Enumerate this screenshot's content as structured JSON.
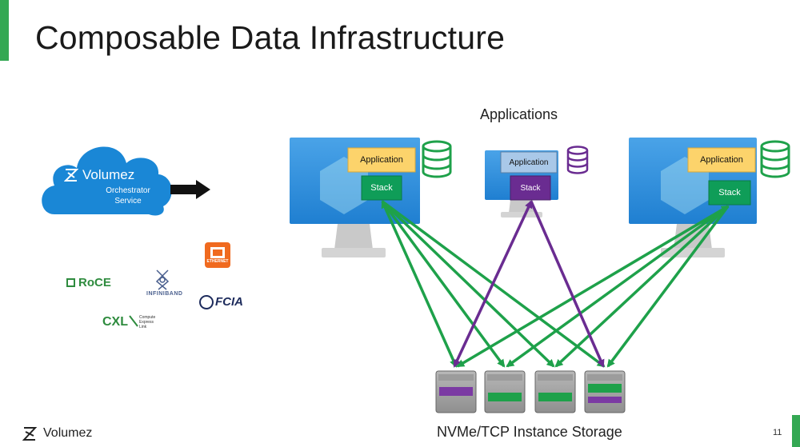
{
  "slide": {
    "title": "Composable Data Infrastructure",
    "page_number": "11",
    "footer_brand": "Volumez"
  },
  "cloud": {
    "brand": "Volumez",
    "subtitle_line1": "Orchestrator",
    "subtitle_line2": "Service"
  },
  "diagram": {
    "applications_label": "Applications",
    "storage_label": "NVMe/TCP Instance Storage",
    "application_box_label": "Application",
    "stack_box_label": "Stack"
  },
  "logos": {
    "roce": "RoCE",
    "infiniband": "INFINIBAND",
    "ethernet": "ETHERNET",
    "fcia": "FCIA",
    "cxl": "CXL",
    "cxl_sub": "Compute Express Link"
  },
  "colors": {
    "accent_green": "#34a853",
    "arrow_green": "#1ea14a",
    "arrow_purple": "#6a2c91",
    "application_yellow": "#fcd36b",
    "stack_green": "#0f9d58",
    "stack_purple": "#6a2c91",
    "cloud_blue": "#1a87d6"
  }
}
